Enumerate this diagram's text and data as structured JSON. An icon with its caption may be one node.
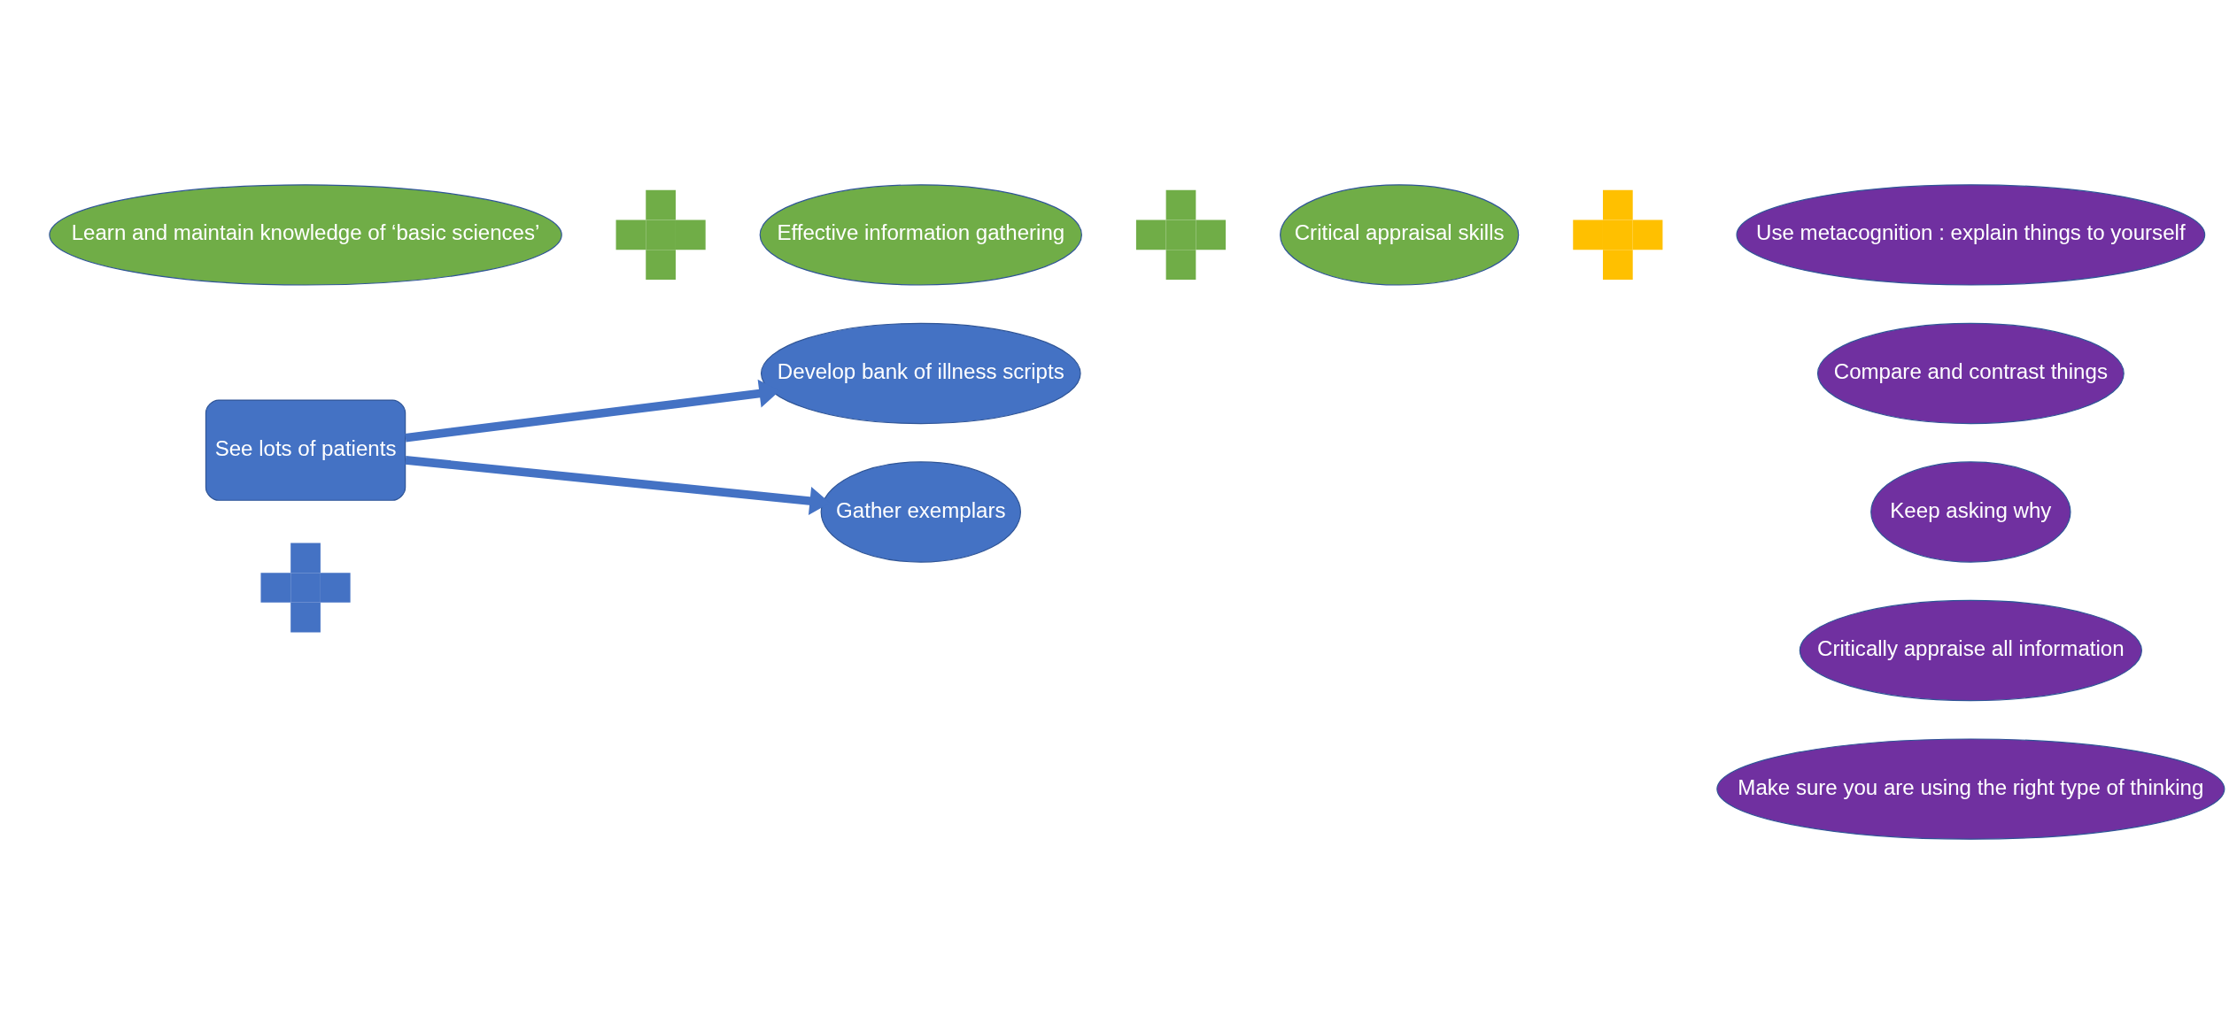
{
  "diagram": {
    "nodes": [
      {
        "text": [
          "Learn and maintain knowledge of ‘basic sciences’"
        ]
      },
      {
        "text": [],
        "shape": "plus"
      },
      {
        "text": [
          "Effective information gathering"
        ]
      },
      {
        "text": [],
        "shape": "plus"
      },
      {
        "text": [
          "Critical appraisal skills"
        ]
      },
      {
        "text": [],
        "shape": "plus"
      },
      {
        "text": [
          "Develop bank of illness scripts"
        ]
      },
      {
        "text": [
          "See lots of patients"
        ]
      },
      {
        "text": [
          "Gather exemplars"
        ]
      },
      {
        "text": [],
        "shape": "plus"
      },
      {
        "text": [
          "Use metacognition : explain things to yourself"
        ]
      },
      {
        "text": [
          "Compare and contrast things"
        ]
      },
      {
        "text": [
          "Keep asking why"
        ]
      },
      {
        "text": [
          "Critically appraise all information"
        ]
      },
      {
        "text": [
          "Make sure you are using the right type of thinking"
        ]
      }
    ],
    "edges": [
      {
        "from": 7,
        "to": 6,
        "arrow": "to"
      },
      {
        "from": 7,
        "to": 8,
        "arrow": "to"
      }
    ]
  }
}
